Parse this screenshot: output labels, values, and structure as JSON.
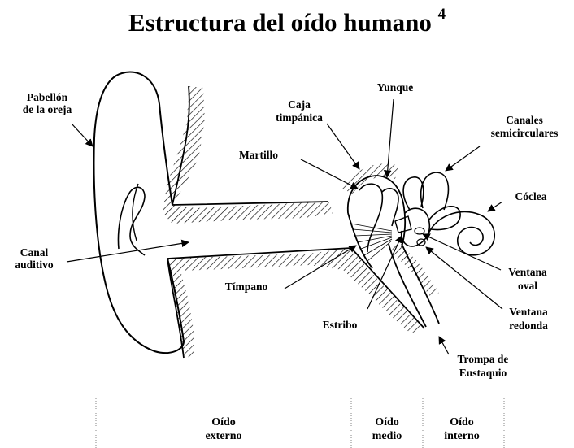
{
  "title": "Estructura del oído humano",
  "title_footnote": "4",
  "labels": {
    "pabellon_line1": "Pabellón",
    "pabellon_line2": "de la oreja",
    "canal_line1": "Canal",
    "canal_line2": "auditivo",
    "caja_line1": "Caja",
    "caja_line2": "timpánica",
    "yunque": "Yunque",
    "martillo": "Martillo",
    "canales_line1": "Canales",
    "canales_line2": "semicirculares",
    "coclea": "Cóclea",
    "timpano": "Tímpano",
    "estribo": "Estribo",
    "ventana_oval_line1": "Ventana",
    "ventana_oval_line2": "oval",
    "ventana_redonda_line1": "Ventana",
    "ventana_redonda_line2": "redonda",
    "trompa_line1": "Trompa de",
    "trompa_line2": "Eustaquio"
  },
  "zones": {
    "externo_line1": "Oído",
    "externo_line2": "externo",
    "medio_line1": "Oído",
    "medio_line2": "medio",
    "interno_line1": "Oído",
    "interno_line2": "interno"
  }
}
